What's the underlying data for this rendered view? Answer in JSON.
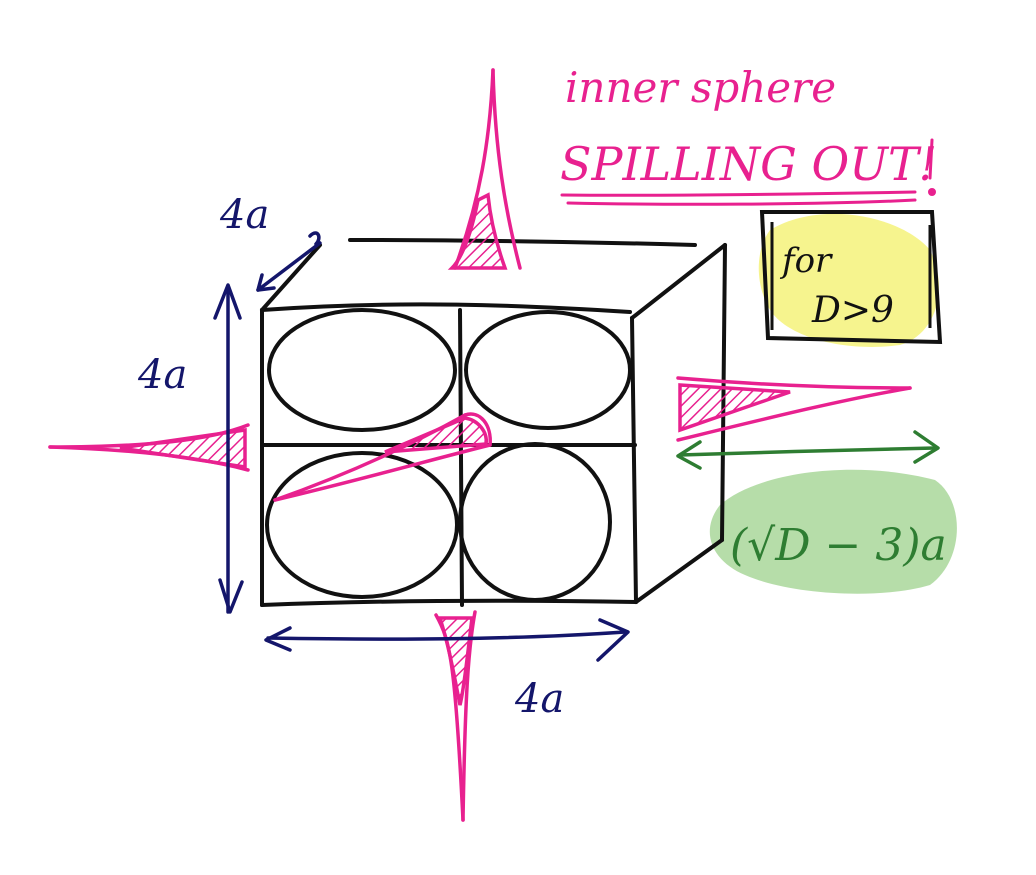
{
  "annotation": {
    "line1": "inner sphere",
    "line2": "SPILLING OUT!"
  },
  "condition": {
    "line1": "for",
    "line2": "D>9"
  },
  "dimensions": {
    "depth": "4a",
    "height": "4a",
    "width": "4a",
    "spill": "(√D − 3)a"
  },
  "colors": {
    "ink": "#111111",
    "magenta": "#e8218f",
    "navy": "#14166b",
    "green": "#2e7d32",
    "yellow_highlight": "#f5f27a",
    "green_highlight": "#a9d79a"
  }
}
